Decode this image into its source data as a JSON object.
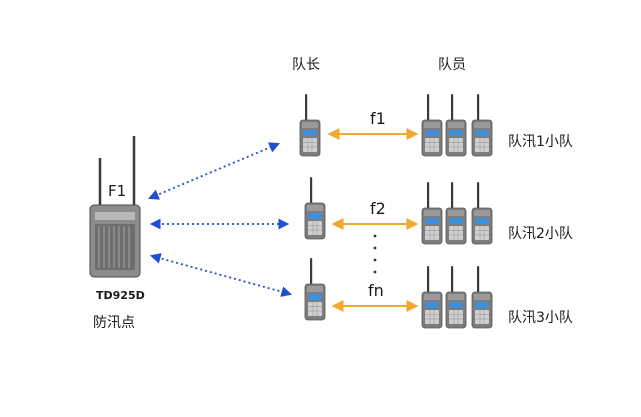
{
  "base_station": {
    "channel": "F1",
    "model": "TD925D",
    "name": "防汛点"
  },
  "headers": {
    "leader": "队长",
    "members": "队员"
  },
  "teams": [
    {
      "frequency": "f1",
      "name": "队汛1小队"
    },
    {
      "frequency": "f2",
      "name": "队汛2小队"
    },
    {
      "frequency": "fn",
      "name": "队汛3小队"
    }
  ],
  "ellipsis": "·\n·\n·\n·",
  "colors": {
    "link_dotted": "#1f4fd1",
    "link_orange": "#f0a830",
    "radio_body": "#8a8a8a",
    "radio_screen": "#3d8fe0"
  }
}
